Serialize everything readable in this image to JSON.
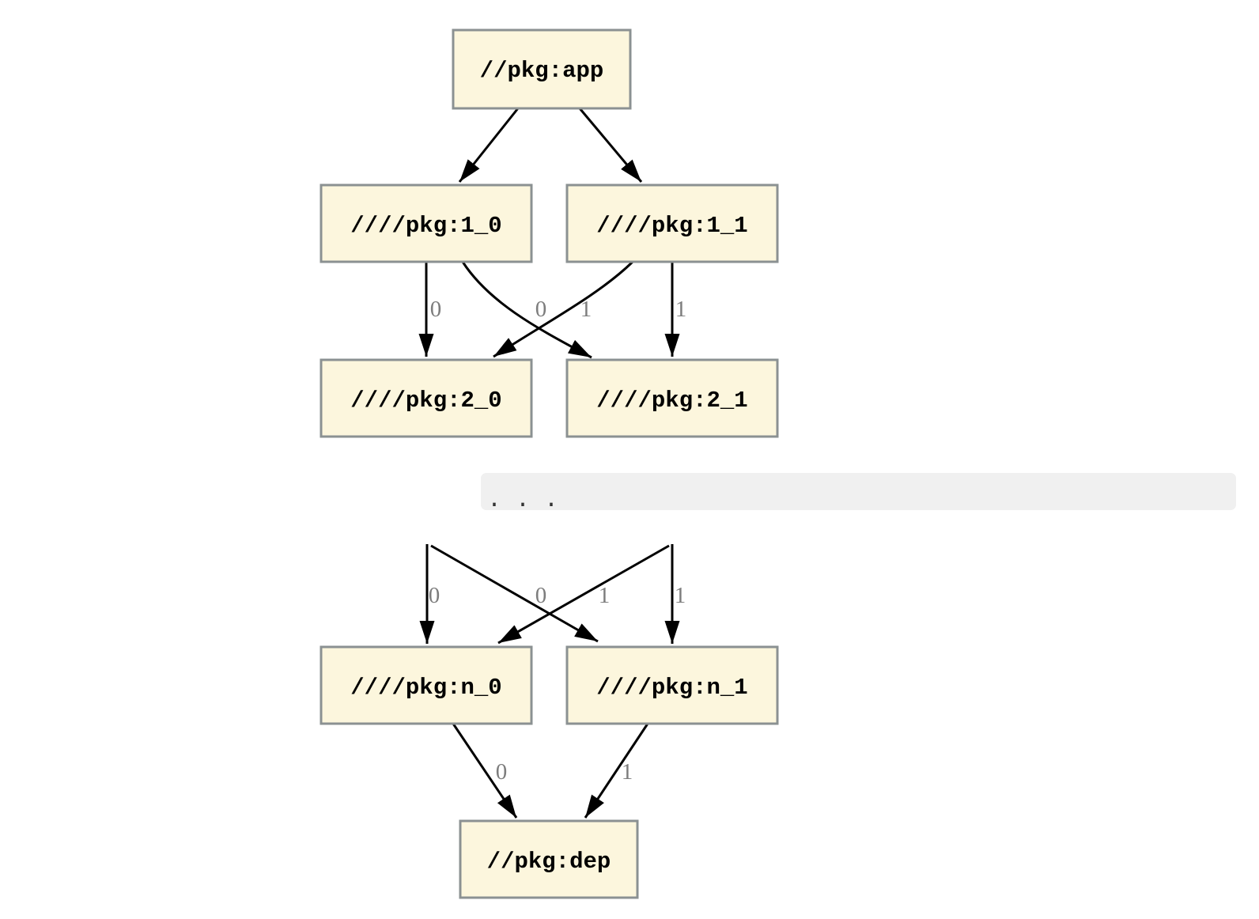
{
  "page": {
    "background_color": "#ffffff"
  },
  "diagram": {
    "kind": "dependency-graph",
    "colors": {
      "node_fill": "#fcf6dd",
      "node_border": "#8b9192",
      "edge": "#000000",
      "edge_label": "#7d7d7d",
      "ellipsis_band_bg": "#f0f0f0",
      "ellipsis_text": "#333333"
    },
    "nodes": [
      {
        "id": "app",
        "label": "//pkg:app"
      },
      {
        "id": "1_0",
        "label": "////pkg:1_0"
      },
      {
        "id": "1_1",
        "label": "////pkg:1_1"
      },
      {
        "id": "2_0",
        "label": "////pkg:2_0"
      },
      {
        "id": "2_1",
        "label": "////pkg:2_1"
      },
      {
        "id": "n_0",
        "label": "////pkg:n_0"
      },
      {
        "id": "n_1",
        "label": "////pkg:n_1"
      },
      {
        "id": "dep",
        "label": "//pkg:dep"
      }
    ],
    "edges": [
      {
        "from": "app",
        "to": "1_0",
        "label": ""
      },
      {
        "from": "app",
        "to": "1_1",
        "label": ""
      },
      {
        "from": "1_0",
        "to": "2_0",
        "label": "0"
      },
      {
        "from": "1_0",
        "to": "2_1",
        "label": "0"
      },
      {
        "from": "1_1",
        "to": "2_0",
        "label": "1"
      },
      {
        "from": "1_1",
        "to": "2_1",
        "label": "1"
      },
      {
        "from": "ellipsis",
        "to": "n_0",
        "label": "0"
      },
      {
        "from": "ellipsis",
        "to": "n_1",
        "label": "0"
      },
      {
        "from": "ellipsis",
        "to": "n_0",
        "label": "1"
      },
      {
        "from": "ellipsis",
        "to": "n_1",
        "label": "1"
      },
      {
        "from": "n_0",
        "to": "dep",
        "label": "0"
      },
      {
        "from": "n_1",
        "to": "dep",
        "label": "1"
      }
    ],
    "ellipsis": ". . ."
  }
}
